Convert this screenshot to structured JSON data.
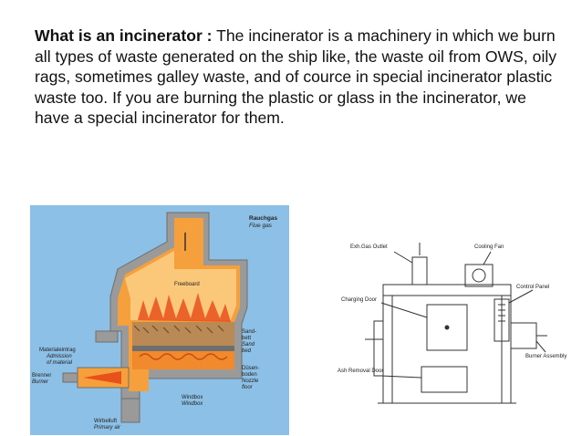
{
  "paragraph": {
    "heading": "What is an incinerator :",
    "body": " The incinerator  is a machinery in which we burn all types of waste generated on the ship like, the waste oil from OWS, oily rags, sometimes galley waste, and of cource in special incinerator plastic waste too. If you are burning the plastic or glass in the incinerator, we have a special incinerator for them."
  },
  "left_figure": {
    "labels": {
      "flue_de": "Rauchgas",
      "flue_en": "Flue gas",
      "freeboard": "Freeboard",
      "sand_1": "Sand-",
      "sand_2": "bett",
      "sand_3": "Sand",
      "sand_4": "bed",
      "material_1": "Materialeintrag",
      "material_2": "Admission",
      "material_3": "of material",
      "nozzle_1": "Düsen-",
      "nozzle_2": "boden",
      "nozzle_3": "Nozzle",
      "nozzle_4": "floor",
      "burner_de": "Brenner",
      "burner_en": "Burner",
      "windbox_1": "Windbox",
      "windbox_2": "Windbox",
      "primary_de": "Wirbelluft",
      "primary_en": "Primary air"
    }
  },
  "right_figure": {
    "labels": {
      "exh_gas": "Exh.Gas Outlet",
      "cooling_fan": "Cooling Fan",
      "control_panel": "Control Panel",
      "charging_door": "Charging Door",
      "burner_assembly": "Burner Assembly",
      "ash_removal": "Ash Removal Door"
    }
  },
  "colors": {
    "water_blue": "#8dc0e6",
    "furnace_orange": "#f5a03c",
    "furnace_light": "#fbc87a",
    "wall_grey": "#9a9a9a",
    "sand_brown": "#b98a55"
  }
}
